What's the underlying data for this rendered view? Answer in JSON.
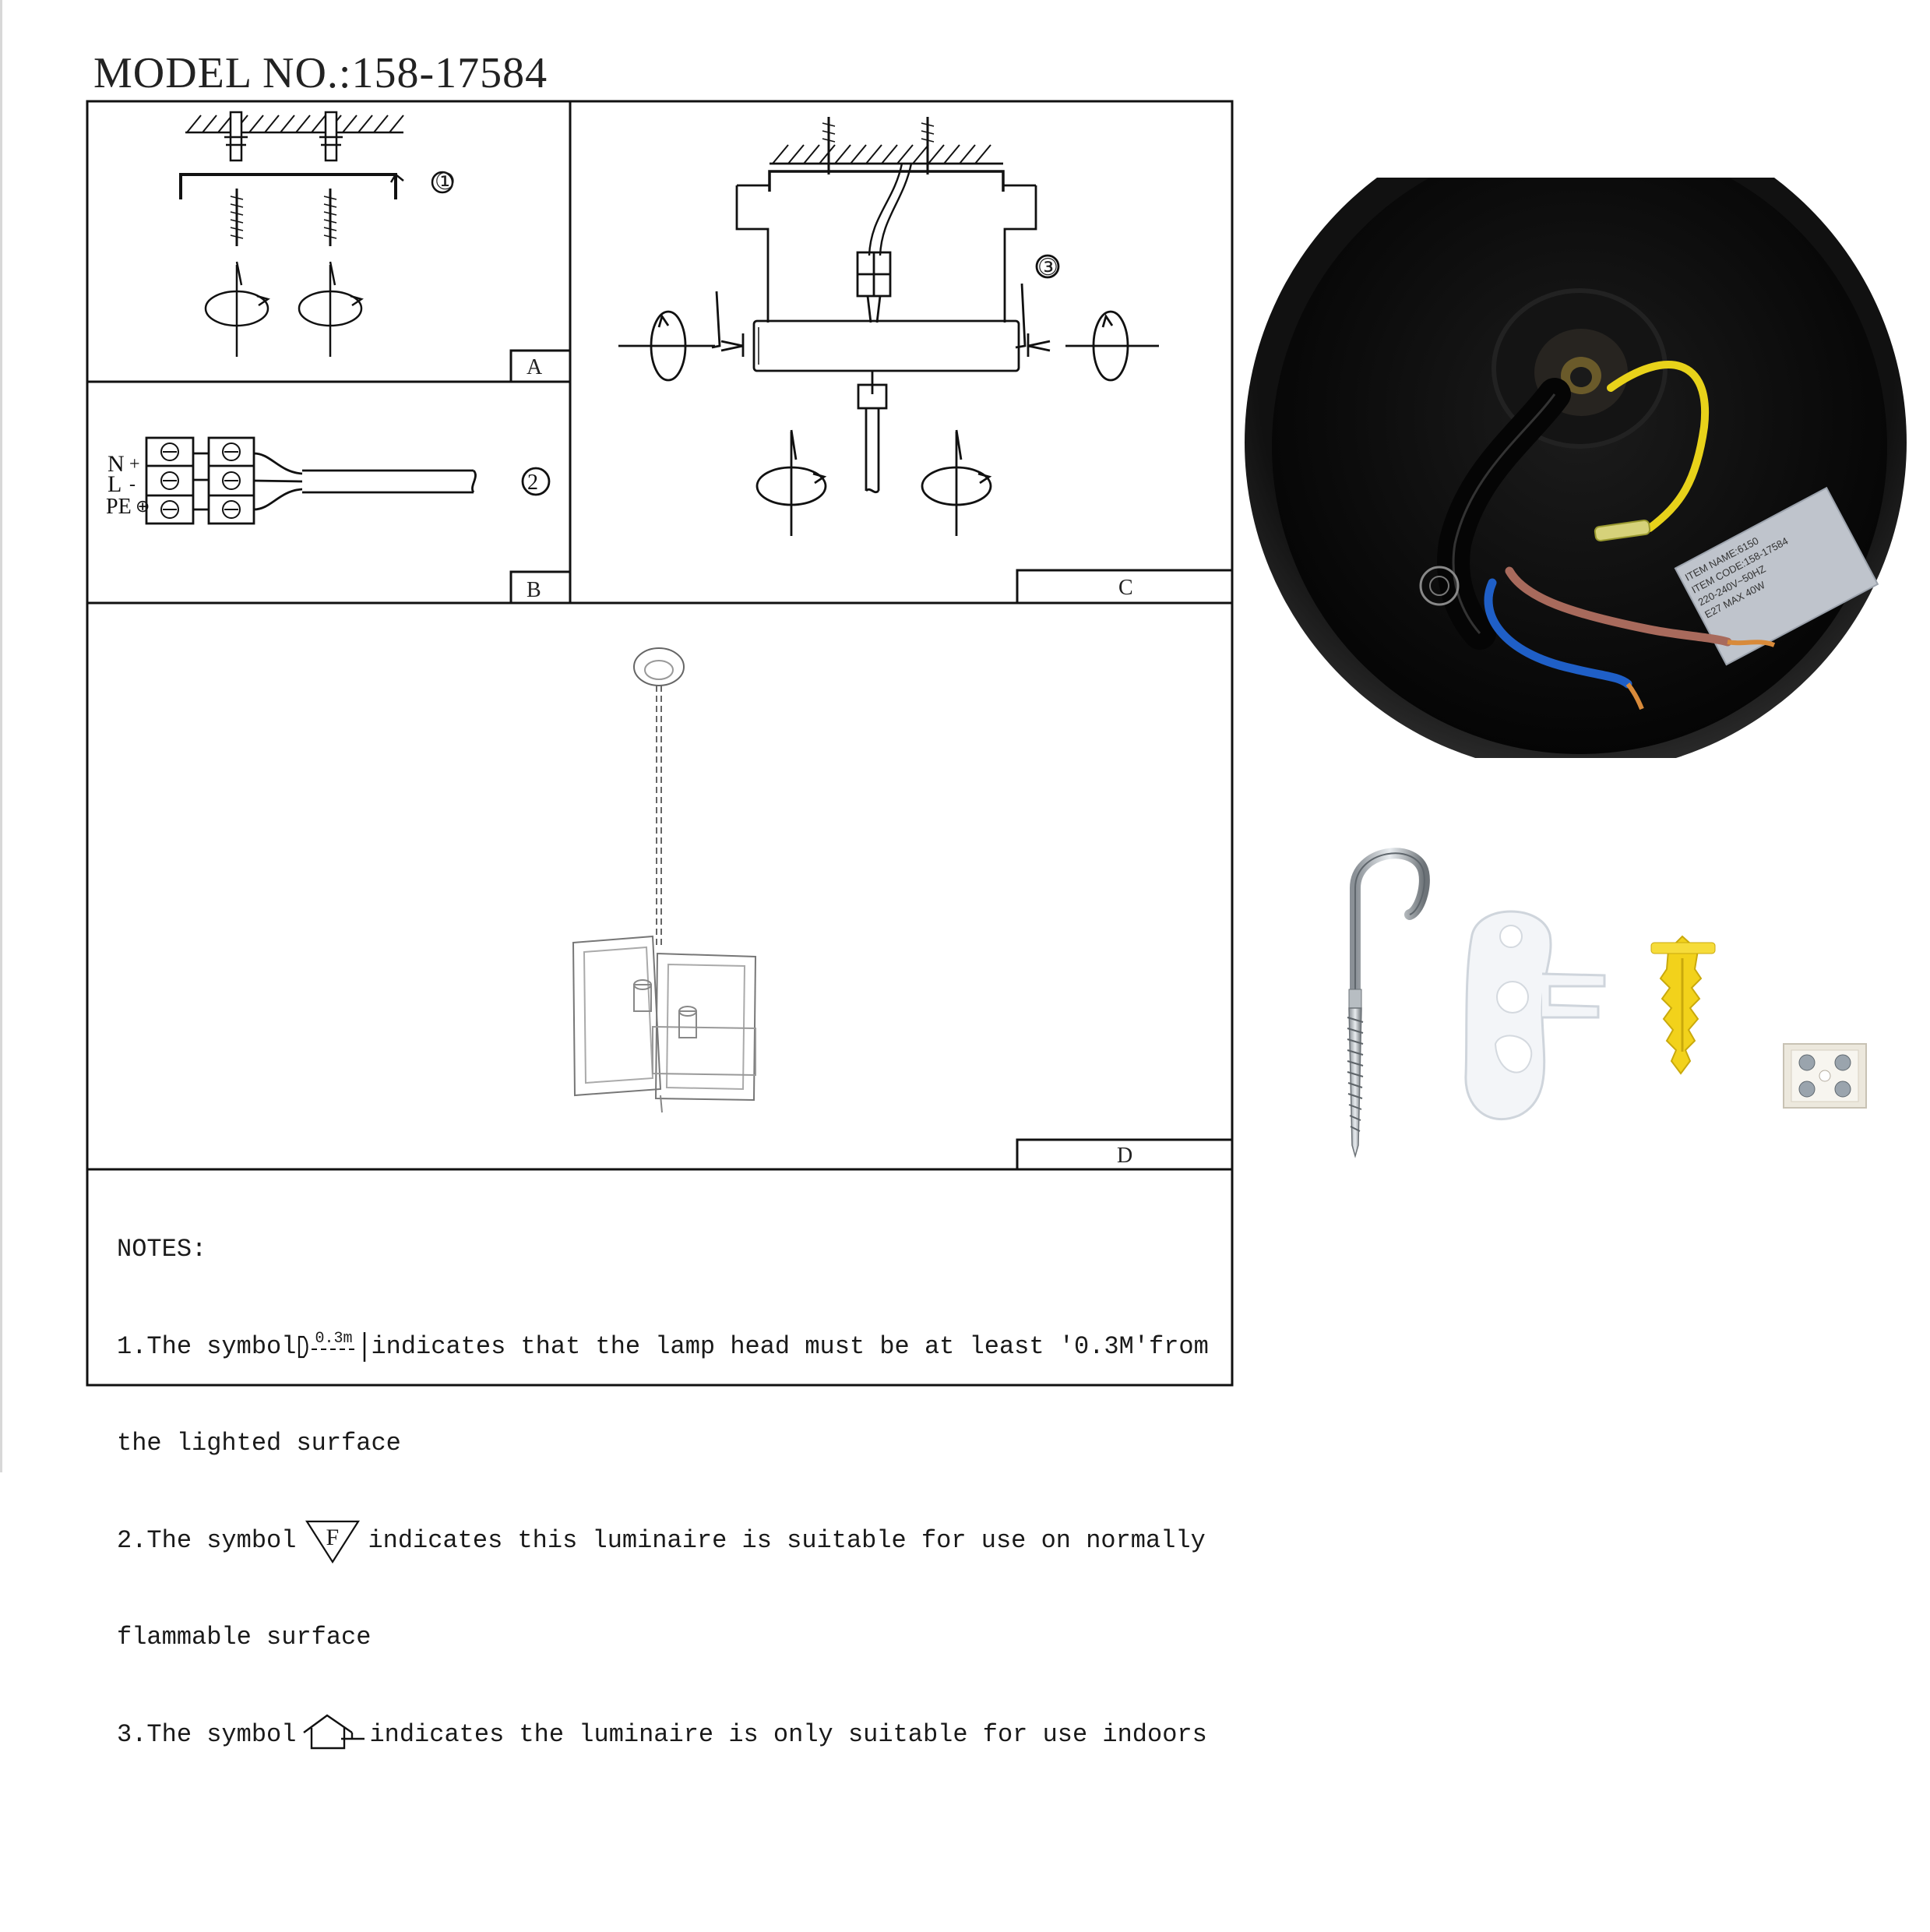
{
  "model": {
    "label": "MODEL NO.",
    "number": ":158-17584"
  },
  "panels": {
    "a": {
      "label": "A",
      "step": "①"
    },
    "b": {
      "label": "B",
      "step": "②",
      "terminals": [
        "N",
        "L",
        "PE"
      ],
      "terminal_signs": [
        "+",
        "-",
        "⊕"
      ]
    },
    "c": {
      "label": "C",
      "step": "③"
    },
    "d": {
      "label": "D"
    }
  },
  "notes": {
    "heading": "NOTES:",
    "n1_prefix": "1.The symbol",
    "n1_symbol_text": "0.3m",
    "n1_suffix": "indicates that the lamp head must be at least '0.3M'from",
    "n1_line2": "the lighted surface",
    "n2_prefix": "2.The symbol",
    "n2_symbol_text": "F",
    "n2_suffix": "indicates this luminaire is suitable for use on normally",
    "n2_line2": "flammable surface",
    "n3_prefix": "3.The symbol",
    "n3_suffix": "indicates the luminaire is only suitable for use indoors"
  },
  "label_sticker": {
    "line1": "ITEM NAME:6150",
    "line2": "ITEM CODE:158-17584",
    "line3": "220-240V~50HZ",
    "line4": "E27 MAX 40W"
  },
  "colors": {
    "line": "#111111",
    "bowl": "#0d0d0d",
    "wire_yellow": "#e8d21a",
    "wire_blue": "#1f5fc7",
    "wire_brown": "#a86a5c",
    "anchor_yellow": "#f2d21b",
    "sticker": "#b9bec6"
  }
}
